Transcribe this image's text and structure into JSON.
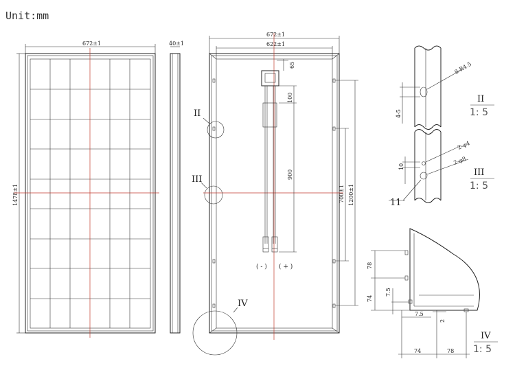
{
  "unit_label": "Unit:mm",
  "front_view": {
    "width_dim": "672±1",
    "height_dim": "1478±1"
  },
  "side_view": {
    "thickness_dim": "40±1"
  },
  "back_view": {
    "outer_width_dim": "672±1",
    "inner_width_dim": "622±1",
    "jbox_offset_dim": "65",
    "cable_short_dim": "100",
    "cable_long_dim": "900",
    "mount_hole_dim_a": "700±1",
    "mount_hole_dim_b": "1200±1",
    "negative_terminal": "( - )",
    "positive_terminal": "( + )",
    "callout_ii": "II",
    "callout_iii": "III",
    "callout_iv": "IV"
  },
  "detail_ii": {
    "label": "II",
    "scale": "1: 5",
    "hole_dim": "8-R4.5",
    "offset_dim": "4-5"
  },
  "detail_iii": {
    "label": "III",
    "scale": "1: 5",
    "hole_small": "2-φ4",
    "hole_large": "2-φ8",
    "offset_dim": "10",
    "depth_dim": "11"
  },
  "detail_iv": {
    "label": "IV",
    "scale": "1: 5",
    "dim_78_v": "78",
    "dim_74_v": "74",
    "dim_75_v": "7.5",
    "dim_75_h": "7.5",
    "dim_2": "2",
    "dim_74_h": "74",
    "dim_78_h": "78"
  }
}
